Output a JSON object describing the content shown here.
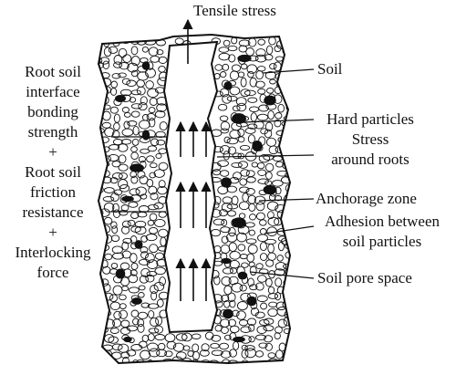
{
  "top_label": "Tensile stress",
  "left_labels": [
    "Root soil",
    "interface",
    "bonding",
    "strength",
    "+",
    "Root soil",
    "friction",
    "resistance",
    "+",
    "Interlocking",
    "force"
  ],
  "right_labels": {
    "soil": "Soil",
    "hard_particles": "Hard particles",
    "stress_line1": "Stress",
    "stress_line2": "around roots",
    "anchorage": "Anchorage zone",
    "adhesion_line1": "Adhesion between",
    "adhesion_line2": "soil particles",
    "pore": "Soil pore space"
  },
  "colors": {
    "ink": "#111111",
    "background": "#ffffff"
  }
}
